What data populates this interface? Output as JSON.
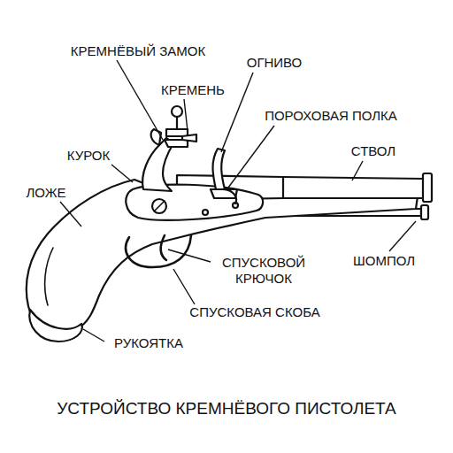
{
  "diagram": {
    "caption": "УСТРОЙСТВО КРЕМНЁВОГО ПИСТОЛЕТА",
    "labels": [
      "КРЕМНЁВЫЙ ЗАМОК",
      "КРЕМЕНЬ",
      "ОГНИВО",
      "ПОРОХОВАЯ ПОЛКА",
      "СТВОЛ",
      "КУРОК",
      "ЛОЖЕ",
      "ШОМПОЛ",
      "СПУСКОВОЙ КРЮЧОК",
      "СПУСКОВАЯ СКОБА",
      "РУКОЯТКА"
    ]
  }
}
